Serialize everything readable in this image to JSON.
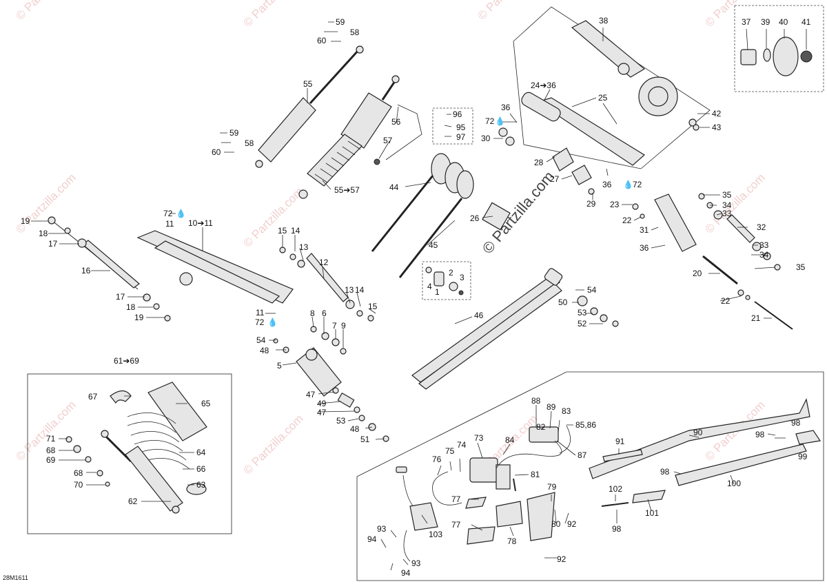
{
  "diagram_code": "28M1611",
  "watermark": "© Partzilla.com",
  "colors": {
    "line": "#222222",
    "part_fill": "#e6e6e6",
    "watermark": "#f2cfcf"
  },
  "labels": {
    "l59a": "59",
    "l58a": "58",
    "l60a": "60",
    "l55": "55",
    "l59b": "59",
    "l58b": "58",
    "l60b": "60",
    "l56": "56",
    "l57": "57",
    "l5557": "55➔57",
    "l96": "96",
    "l95": "95",
    "l97": "97",
    "l44": "44",
    "l45": "45",
    "l26": "26",
    "l2": "2",
    "l3": "3",
    "l4": "4",
    "l1": "1",
    "l46": "46",
    "l54a": "54",
    "l50": "50",
    "l53a": "53",
    "l52": "52",
    "l38": "38",
    "l2436": "24➔36",
    "l25": "25",
    "l36a": "36",
    "l72a": "72",
    "l30": "30",
    "l28": "28",
    "l27": "27",
    "l36b": "36",
    "l72b": "72",
    "l29": "29",
    "l37": "37",
    "l39": "39",
    "l40": "40",
    "l41": "41",
    "l42": "42",
    "l43": "43",
    "l35a": "35",
    "l34a": "34",
    "l33a": "33",
    "l23": "23",
    "l22a": "22",
    "l31": "31",
    "l32": "32",
    "l33b": "33",
    "l34b": "34",
    "l35b": "35",
    "l36c": "36",
    "l20": "20",
    "l22b": "22",
    "l21": "21",
    "l19a": "19",
    "l18a": "18",
    "l17a": "17",
    "l16": "16",
    "l17b": "17",
    "l18b": "18",
    "l19b": "19",
    "l72c": "72",
    "l11a": "11",
    "l1011": "10➔11",
    "l15a": "15",
    "l14a": "14",
    "l13a": "13",
    "l12": "12",
    "l13b": "13",
    "l14b": "14",
    "l15b": "15",
    "l11b": "11",
    "l72d": "72",
    "l8": "8",
    "l6": "6",
    "l7": "7",
    "l9": "9",
    "l54b": "54",
    "l48a": "48",
    "l5": "5",
    "l47a": "47",
    "l49": "49",
    "l47b": "47",
    "l53b": "53",
    "l48b": "48",
    "l51": "51",
    "l6169": "61➔69",
    "l67": "67",
    "l65": "65",
    "l71": "71",
    "l68a": "68",
    "l69": "69",
    "l64": "64",
    "l68b": "68",
    "l66": "66",
    "l70": "70",
    "l63": "63",
    "l62": "62",
    "l88": "88",
    "l89": "89",
    "l83": "83",
    "l82": "82",
    "l8586": "85,86",
    "l73": "73",
    "l84": "84",
    "l74": "74",
    "l75": "75",
    "l76": "76",
    "l87": "87",
    "l81": "81",
    "l91": "91",
    "l90": "90",
    "l98a": "98",
    "l98b": "98",
    "l99": "99",
    "l98c": "98",
    "l100": "100",
    "l79": "79",
    "l77a": "77",
    "l77b": "77",
    "l78": "78",
    "l80": "80",
    "l92a": "92",
    "l102": "102",
    "l101": "101",
    "l98d": "98",
    "l93a": "93",
    "l94a": "94",
    "l103": "103",
    "l93b": "93",
    "l94b": "94",
    "l92b": "92"
  }
}
